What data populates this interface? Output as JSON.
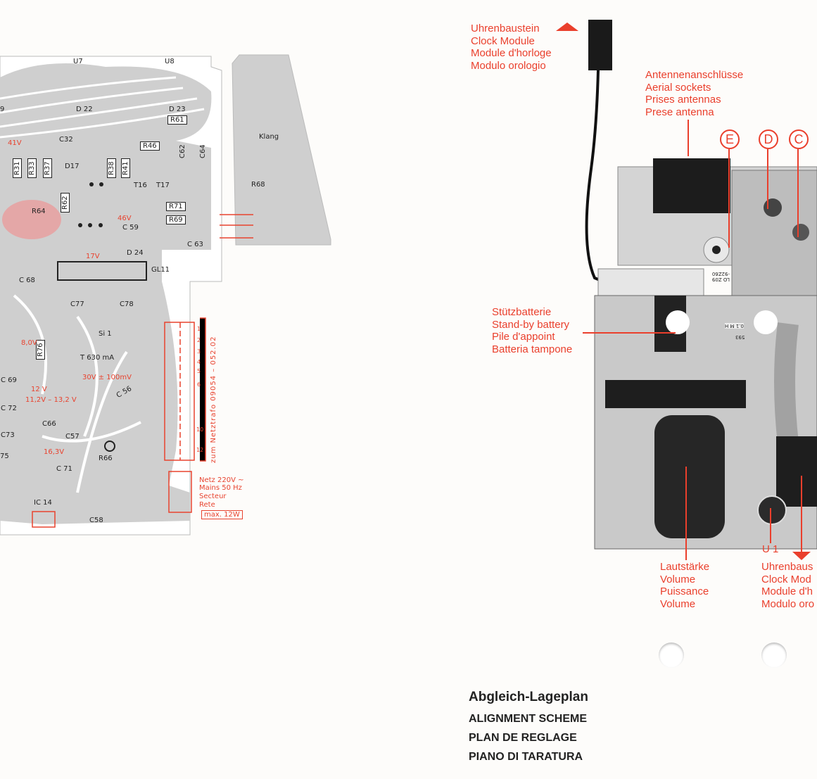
{
  "pcb": {
    "components": [
      "U7",
      "U8",
      "D 22",
      "D 23",
      "R61",
      "C32",
      "R46",
      "C62",
      "C64",
      "Klang",
      "R31",
      "R33",
      "R37",
      "D17",
      "R38",
      "R41",
      "T16",
      "T17",
      "R68",
      "R62",
      "R64",
      "R71",
      "R69",
      "C 59",
      "C 63",
      "D 24",
      "GL11",
      "C 68",
      "C77",
      "C78",
      "Si 1",
      "T 630 mA",
      "R76",
      "C 69",
      "C 56",
      "C 72",
      "C66",
      "C57",
      "C73",
      "R66",
      "75",
      "C 71",
      "IC 14",
      "C58",
      "9"
    ],
    "voltages": [
      "41V",
      "46V",
      "17V",
      "8,0V",
      "30V ± 100mV",
      "12 V",
      "11,2V – 13,2 V",
      "16,3V"
    ],
    "connector_pins": [
      "1",
      "2",
      "3",
      "4",
      "5",
      "6",
      "10",
      "12"
    ],
    "transformer_label": "zum Netztrafo 09054 – 052.02",
    "mains": {
      "line1": "Netz  220V ~",
      "line2": "Mains  50 Hz",
      "line3": "Secteur",
      "line4": "Rete",
      "max": "max. 12W"
    }
  },
  "annotations": {
    "clock_top": [
      "Uhrenbaustein",
      "Clock Module",
      "Module d'horloge",
      "Modulo orologio"
    ],
    "aerial": [
      "Antennenanschlüsse",
      "Aerial sockets",
      "Prises antennas",
      "Prese antenna"
    ],
    "points": [
      "E",
      "D",
      "C"
    ],
    "battery": [
      "Stützbatterie",
      "Stand-by battery",
      "Pile d'appoint",
      "Batteria tampone"
    ],
    "volume": [
      "Lautstärke",
      "Volume",
      "Puissance",
      "Volume"
    ],
    "u1": "U 1",
    "clock_bottom": [
      "Uhrenbaus",
      "Clock Mod",
      "Module d'h",
      "Modulo oro"
    ],
    "photo_marks": [
      "LO Z09 -92Z60",
      "0.1 M H",
      "593"
    ]
  },
  "title": {
    "de": "Abgleich-Lageplan",
    "en": "ALIGNMENT SCHEME",
    "fr": "PLAN DE REGLAGE",
    "it": "PIANO DI TARATURA"
  },
  "colors": {
    "accent_red": "#ea3f2c",
    "pcb_gray": "#cfcfcf"
  }
}
